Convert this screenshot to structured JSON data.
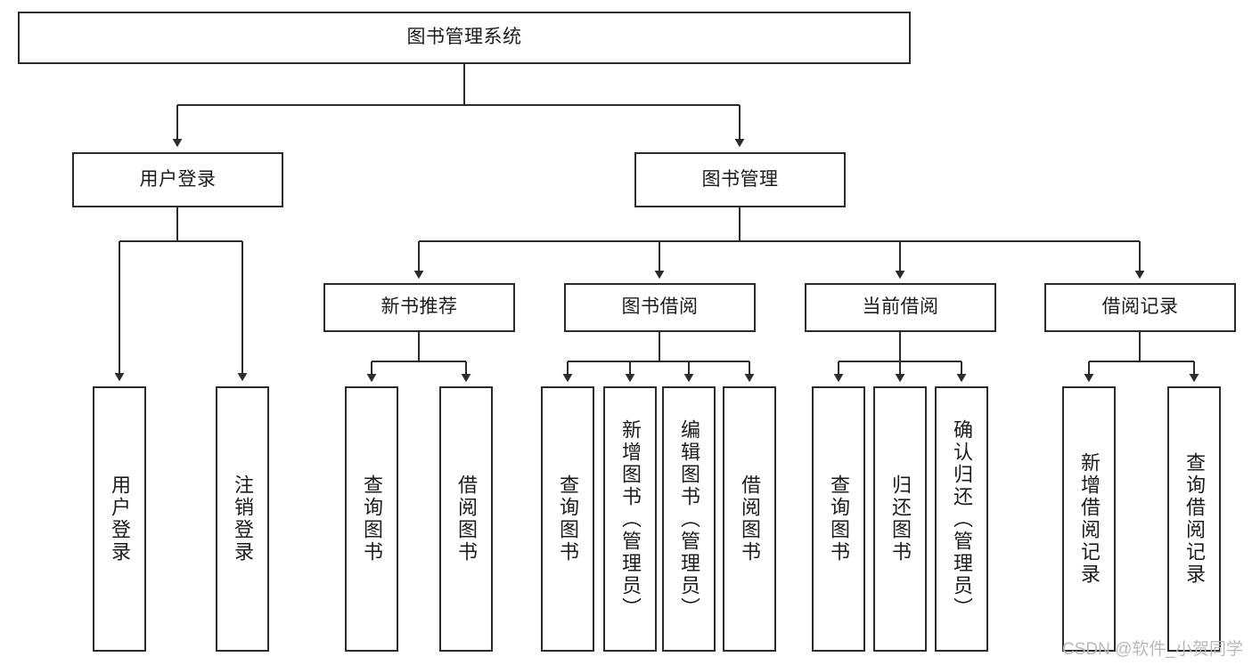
{
  "diagram": {
    "type": "tree-hierarchy",
    "orientation": "top-down",
    "stroke_color": "#2b2b2b",
    "fill_color": "#ffffff",
    "text_color": "#1c1c1c",
    "root": {
      "id": "root",
      "label": "图书管理系统"
    },
    "level2": [
      {
        "id": "user-login",
        "label": "用户登录"
      },
      {
        "id": "book-manage",
        "label": "图书管理"
      }
    ],
    "level3": [
      {
        "id": "new-book-rec",
        "label": "新书推荐",
        "parent": "book-manage"
      },
      {
        "id": "book-borrow",
        "label": "图书借阅",
        "parent": "book-manage"
      },
      {
        "id": "current-borrow",
        "label": "当前借阅",
        "parent": "book-manage"
      },
      {
        "id": "borrow-record",
        "label": "借阅记录",
        "parent": "book-manage"
      }
    ],
    "leaves": [
      {
        "id": "leaf-user-login",
        "label": "用户登录",
        "parent": "user-login"
      },
      {
        "id": "leaf-logout",
        "label": "注销登录",
        "parent": "user-login"
      },
      {
        "id": "leaf-query-book-1",
        "label": "查询图书",
        "parent": "new-book-rec"
      },
      {
        "id": "leaf-borrow-book-1",
        "label": "借阅图书",
        "parent": "new-book-rec"
      },
      {
        "id": "leaf-query-book-2",
        "label": "查询图书",
        "parent": "book-borrow"
      },
      {
        "id": "leaf-add-book",
        "label": "新增图书（管理员）",
        "parent": "book-borrow"
      },
      {
        "id": "leaf-edit-book",
        "label": "编辑图书（管理员）",
        "parent": "book-borrow"
      },
      {
        "id": "leaf-borrow-book-2",
        "label": "借阅图书",
        "parent": "book-borrow"
      },
      {
        "id": "leaf-query-book-3",
        "label": "查询图书",
        "parent": "current-borrow"
      },
      {
        "id": "leaf-return-book",
        "label": "归还图书",
        "parent": "current-borrow"
      },
      {
        "id": "leaf-confirm-return",
        "label": "确认归还（管理员）",
        "parent": "current-borrow"
      },
      {
        "id": "leaf-add-record",
        "label": "新增借阅记录",
        "parent": "borrow-record"
      },
      {
        "id": "leaf-query-record",
        "label": "查询借阅记录",
        "parent": "borrow-record"
      }
    ]
  },
  "watermark": {
    "text": "CSDN @软件_小贺同学"
  }
}
